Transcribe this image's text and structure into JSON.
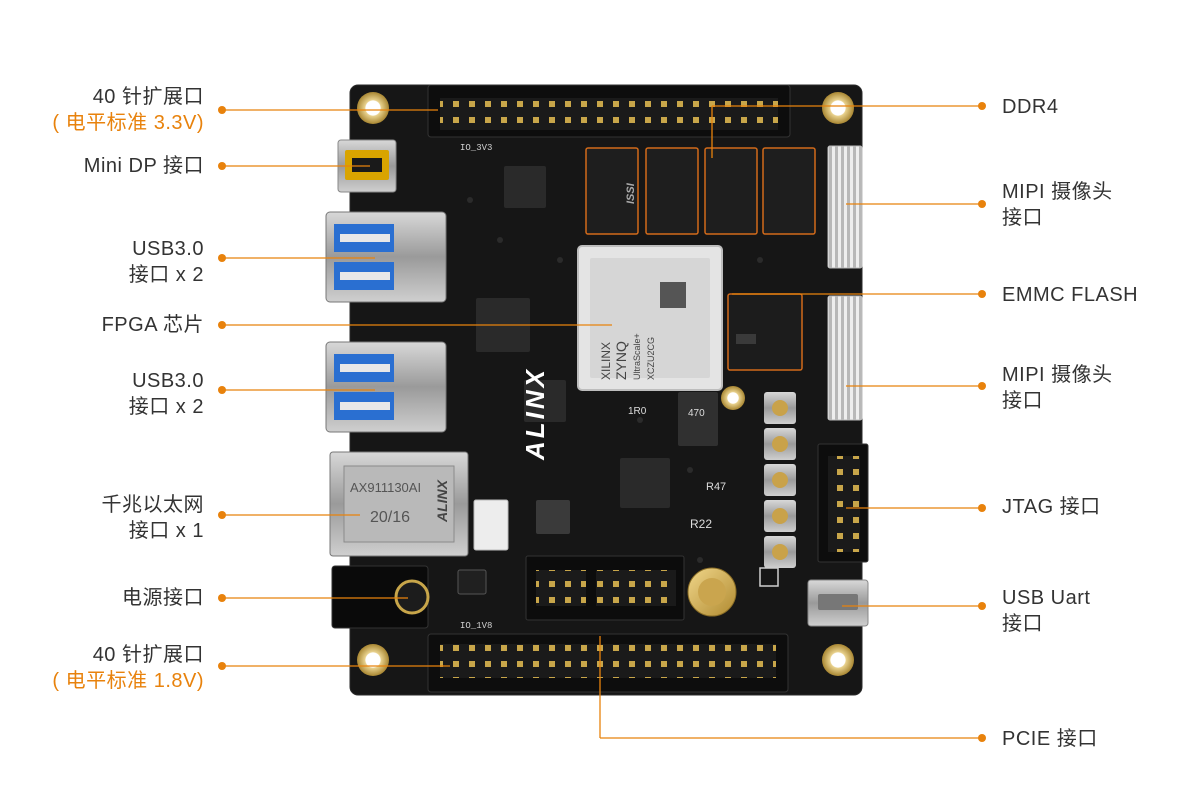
{
  "colors": {
    "leader": "#e8820c",
    "text": "#333333",
    "subtext": "#e8820c",
    "board": "#161616"
  },
  "board": {
    "brand_text": "ALINX",
    "chip_lines": [
      "XILINX",
      "ZYNQ",
      "UltraScale+",
      "XCZU2CG"
    ],
    "ddr_text": "ISSI",
    "ethernet_text": "AX911130AI",
    "ethernet_year": "20/16",
    "ethernet_brand": "ALINX",
    "io_top_label": "IO_3V3",
    "io_bottom_label": "IO_1V8",
    "component_labels": [
      "R47",
      "R22",
      "1R0",
      "470"
    ]
  },
  "labels": {
    "left": [
      {
        "line1": "40 针扩展口",
        "line2": "( 电平标准 3.3V)"
      },
      {
        "line1": "Mini DP 接口",
        "line2": ""
      },
      {
        "line1": "USB3.0",
        "line2": "接口 x 2"
      },
      {
        "line1": "FPGA 芯片",
        "line2": ""
      },
      {
        "line1": "USB3.0",
        "line2": "接口 x 2"
      },
      {
        "line1": "千兆以太网",
        "line2": "接口 x 1"
      },
      {
        "line1": "电源接口",
        "line2": ""
      },
      {
        "line1": "40 针扩展口",
        "line2": "( 电平标准 1.8V)"
      }
    ],
    "right": [
      {
        "line1": "DDR4",
        "line2": ""
      },
      {
        "line1": "MIPI 摄像头",
        "line2": "接口"
      },
      {
        "line1": "EMMC FLASH",
        "line2": ""
      },
      {
        "line1": "MIPI 摄像头",
        "line2": "接口"
      },
      {
        "line1": "JTAG 接口",
        "line2": ""
      },
      {
        "line1": "USB Uart",
        "line2": "接口"
      },
      {
        "line1": "PCIE 接口",
        "line2": ""
      }
    ]
  }
}
